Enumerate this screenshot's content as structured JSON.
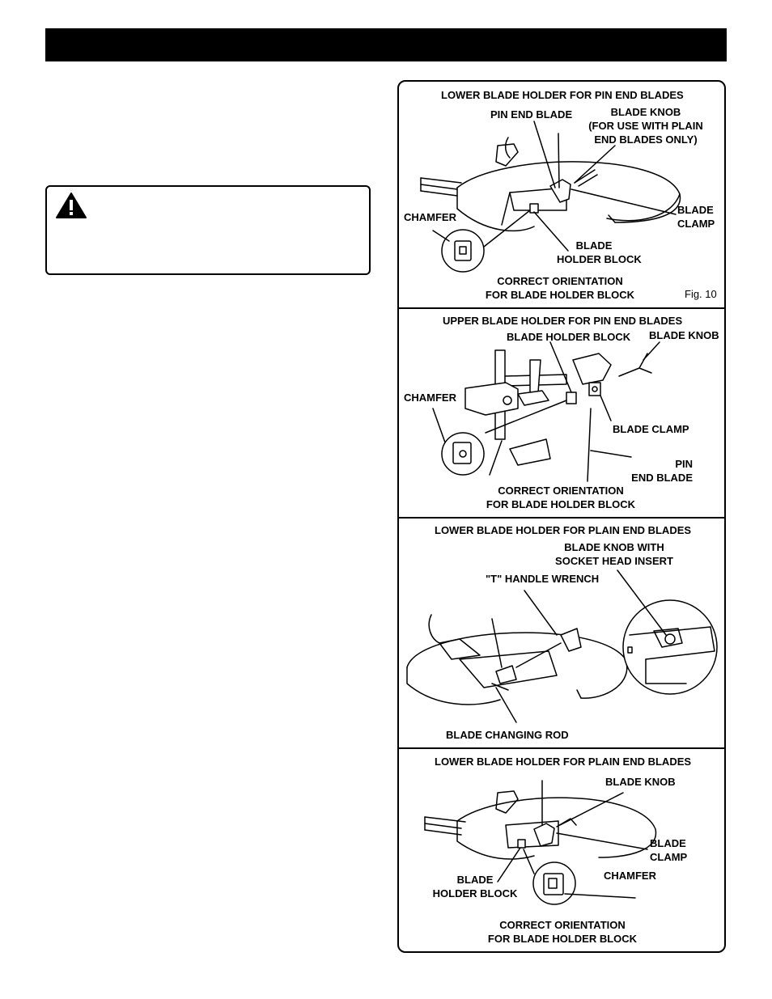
{
  "header": {
    "title": ""
  },
  "warning": {
    "heading": "",
    "text": ""
  },
  "figure": {
    "number": "Fig. 10",
    "panels": [
      {
        "title": "LOWER BLADE HOLDER FOR PIN END BLADES",
        "labels": {
          "pin_end_blade": "PIN END BLADE",
          "blade_knob": "BLADE KNOB\n(FOR USE WITH PLAIN\nEND BLADES ONLY)",
          "blade_clamp": "BLADE\nCLAMP",
          "chamfer": "CHAMFER",
          "blade_holder_block": "BLADE\nHOLDER BLOCK",
          "orientation": "CORRECT ORIENTATION\nFOR BLADE HOLDER BLOCK"
        }
      },
      {
        "title": "UPPER BLADE HOLDER FOR PIN END BLADES",
        "labels": {
          "blade_holder_block": "BLADE HOLDER BLOCK",
          "blade_knob": "BLADE KNOB",
          "chamfer": "CHAMFER",
          "blade_clamp": "BLADE CLAMP",
          "pin_end_blade": "PIN\nEND BLADE",
          "orientation": "CORRECT ORIENTATION\nFOR BLADE HOLDER BLOCK"
        }
      },
      {
        "title": "LOWER BLADE HOLDER FOR PLAIN END BLADES",
        "labels": {
          "blade_knob_socket": "BLADE KNOB WITH\nSOCKET HEAD INSERT",
          "t_handle_wrench": "\"T\" HANDLE WRENCH",
          "blade_changing_rod": "BLADE CHANGING ROD"
        }
      },
      {
        "title": "LOWER BLADE HOLDER FOR PLAIN END BLADES",
        "labels": {
          "blade_knob": "BLADE KNOB",
          "blade_clamp": "BLADE\nCLAMP",
          "chamfer": "CHAMFER",
          "blade_holder_block": "BLADE\nHOLDER BLOCK",
          "orientation": "CORRECT ORIENTATION\nFOR BLADE HOLDER BLOCK"
        }
      }
    ]
  }
}
